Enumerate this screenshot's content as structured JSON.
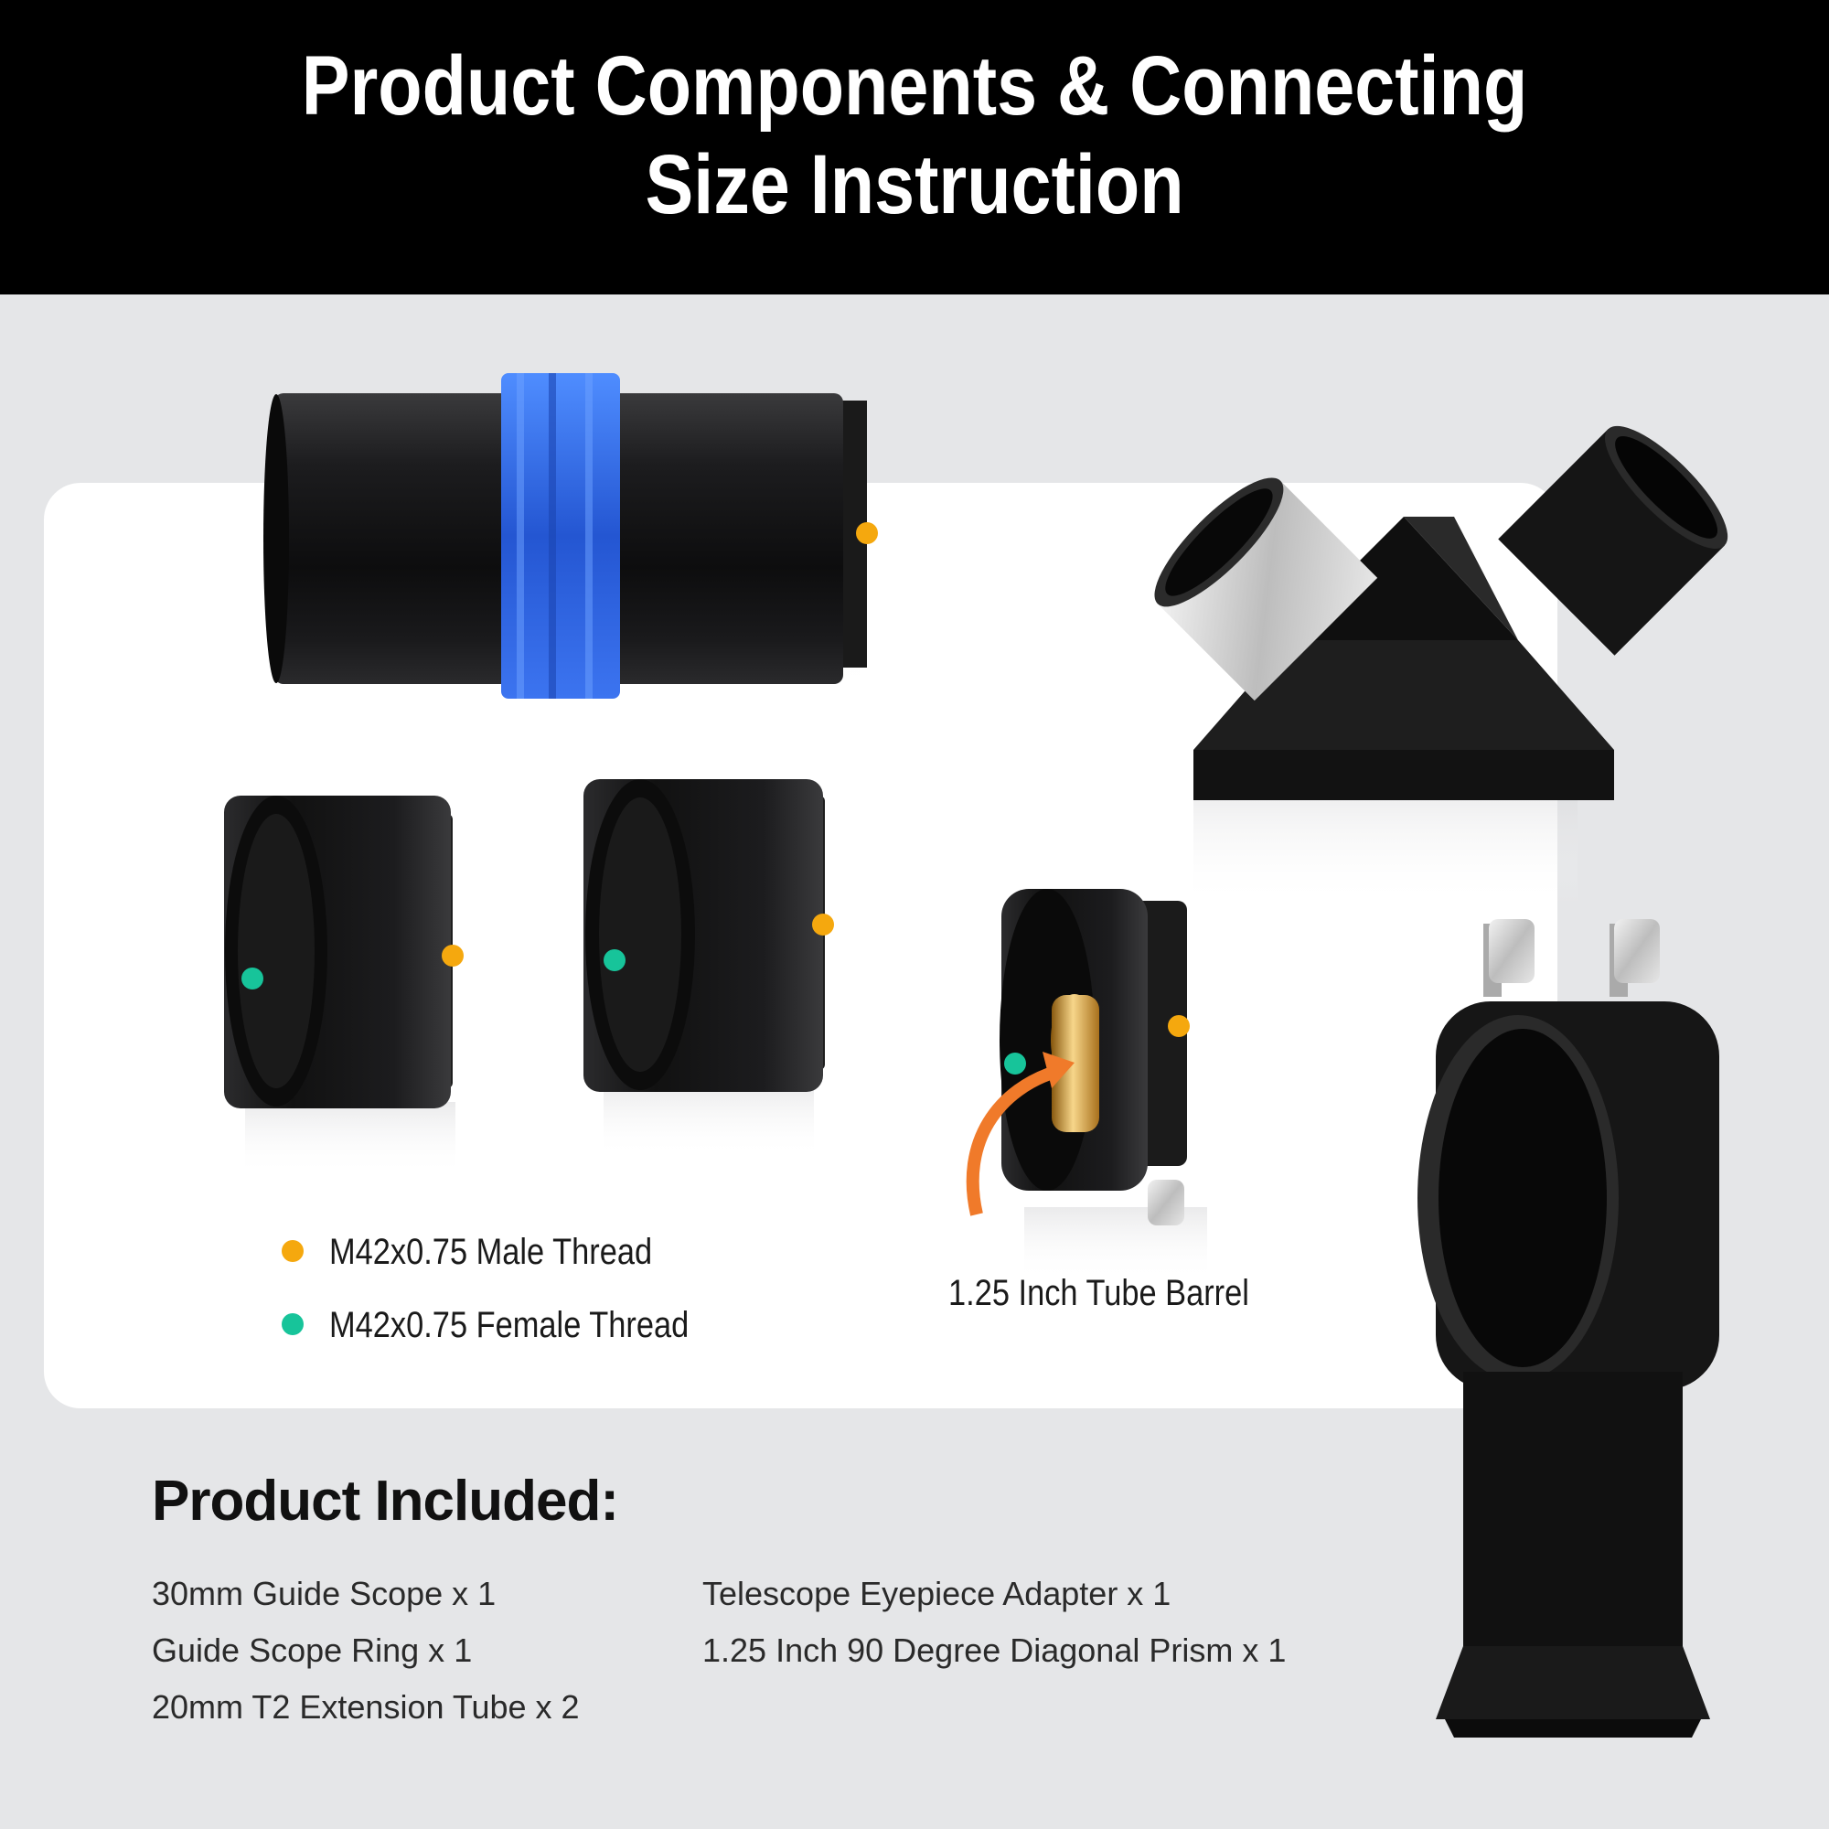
{
  "header": {
    "title_line1": "Product Components & Connecting",
    "title_line2": "Size Instruction"
  },
  "legend": {
    "male": "M42x0.75 Male Thread",
    "female": "M42x0.75 Female Thread"
  },
  "callout": {
    "tube_barrel": "1.25 Inch Tube Barrel"
  },
  "colors": {
    "male_thread_dot": "#f5a80e",
    "female_thread_dot": "#17c49a",
    "focus_ring": "#2b5fd9",
    "arrow": "#f07a2a"
  },
  "included": {
    "title": "Product Included:",
    "items_left": [
      "30mm Guide Scope x 1",
      "Guide Scope Ring x 1",
      "20mm T2 Extension Tube x 2"
    ],
    "items_right": [
      "Telescope Eyepiece Adapter x 1",
      "1.25 Inch 90 Degree Diagonal Prism x 1"
    ]
  }
}
